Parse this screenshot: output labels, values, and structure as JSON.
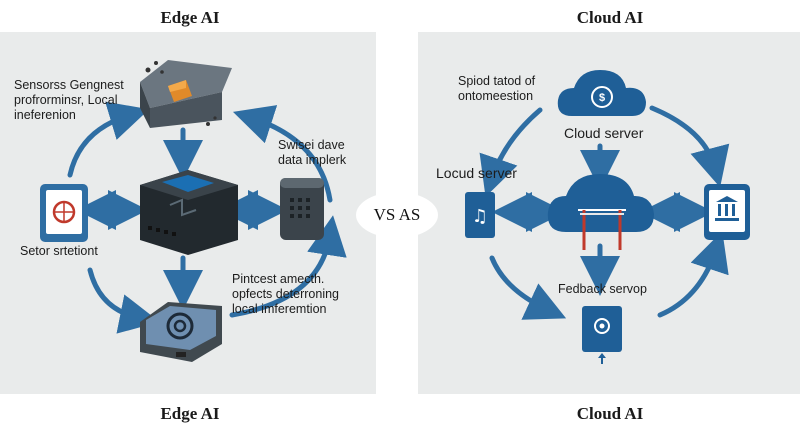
{
  "left": {
    "title_top": "Edge AI",
    "title_bottom": "Edge AI",
    "label_sensors_1": "Sensorss Gengnest",
    "label_sensors_2": "profrorminsr, Local",
    "label_sensors_3": "ineferenion",
    "label_device_1": "Swisei dave",
    "label_device_2": "data implerk",
    "label_tablet": "Setor srtetiont",
    "label_bottom_1": "Pintcest amecth.",
    "label_bottom_2": "opfects deterroning",
    "label_bottom_3": "local imferemtion"
  },
  "center": {
    "vs_label": "VS AS"
  },
  "right": {
    "title_top": "Cloud AI",
    "title_bottom": "Cloud AI",
    "label_top_1": "Spiod tatod of",
    "label_top_2": "ontomeestion",
    "label_cloud_server": "Cloud server",
    "label_local_server": "Locud server",
    "label_feedback": "Fedback servop"
  },
  "colors": {
    "accent_blue": "#2f6ea3",
    "panel_bg": "#e9ebeb",
    "dark_device": "#2b3238",
    "orange_chip": "#e08a2a",
    "red_pipe": "#c0392b"
  }
}
